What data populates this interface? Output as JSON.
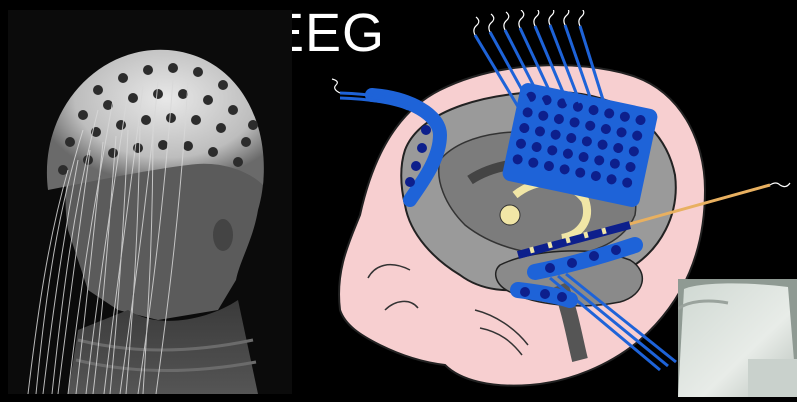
{
  "slide": {
    "title": "EEG"
  },
  "colors": {
    "background": "#000000",
    "skin": "#f7cfd0",
    "brain_gray": "#9a9a9a",
    "electrode_blue": "#1a3fd6",
    "wire_blue": "#1e63d8",
    "depth_probe": "#e8b060"
  },
  "images": {
    "photo": "eeg-cap-photo",
    "illustration": "brain-electrode-diagram",
    "corner": "partial-device-photo"
  }
}
